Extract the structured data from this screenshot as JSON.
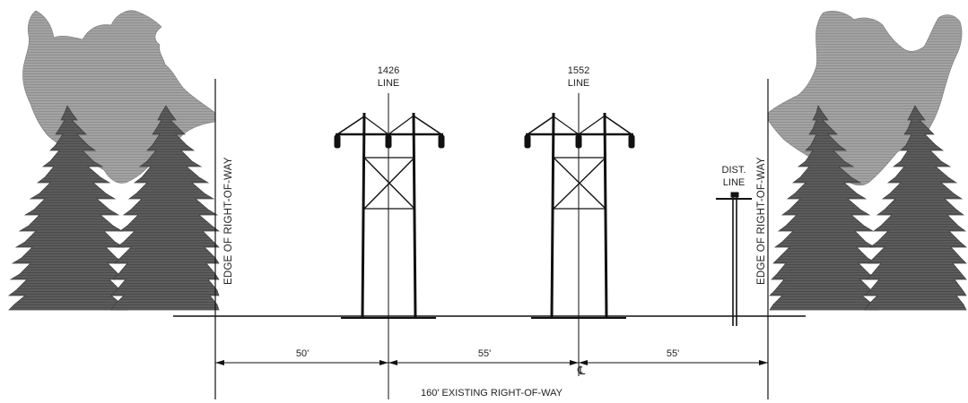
{
  "structures": {
    "left_tower_label_line1": "1426",
    "left_tower_label_line2": "LINE",
    "right_tower_label_line1": "1552",
    "right_tower_label_line2": "LINE",
    "dist_label_line1": "DIST.",
    "dist_label_line2": "LINE"
  },
  "edges": {
    "left_label": "EDGE OF RIGHT-OF-WAY",
    "right_label": "EDGE OF RIGHT-OF-WAY"
  },
  "dimensions": {
    "segment_1": "50'",
    "segment_2": "55'",
    "segment_3": "55'",
    "centerline_symbol": "℄",
    "total_label": "160' EXISTING RIGHT-OF-WAY"
  },
  "colors": {
    "line": "#111111",
    "foliage_gray": "#9a9a9a",
    "tree_dark": "#555555"
  }
}
